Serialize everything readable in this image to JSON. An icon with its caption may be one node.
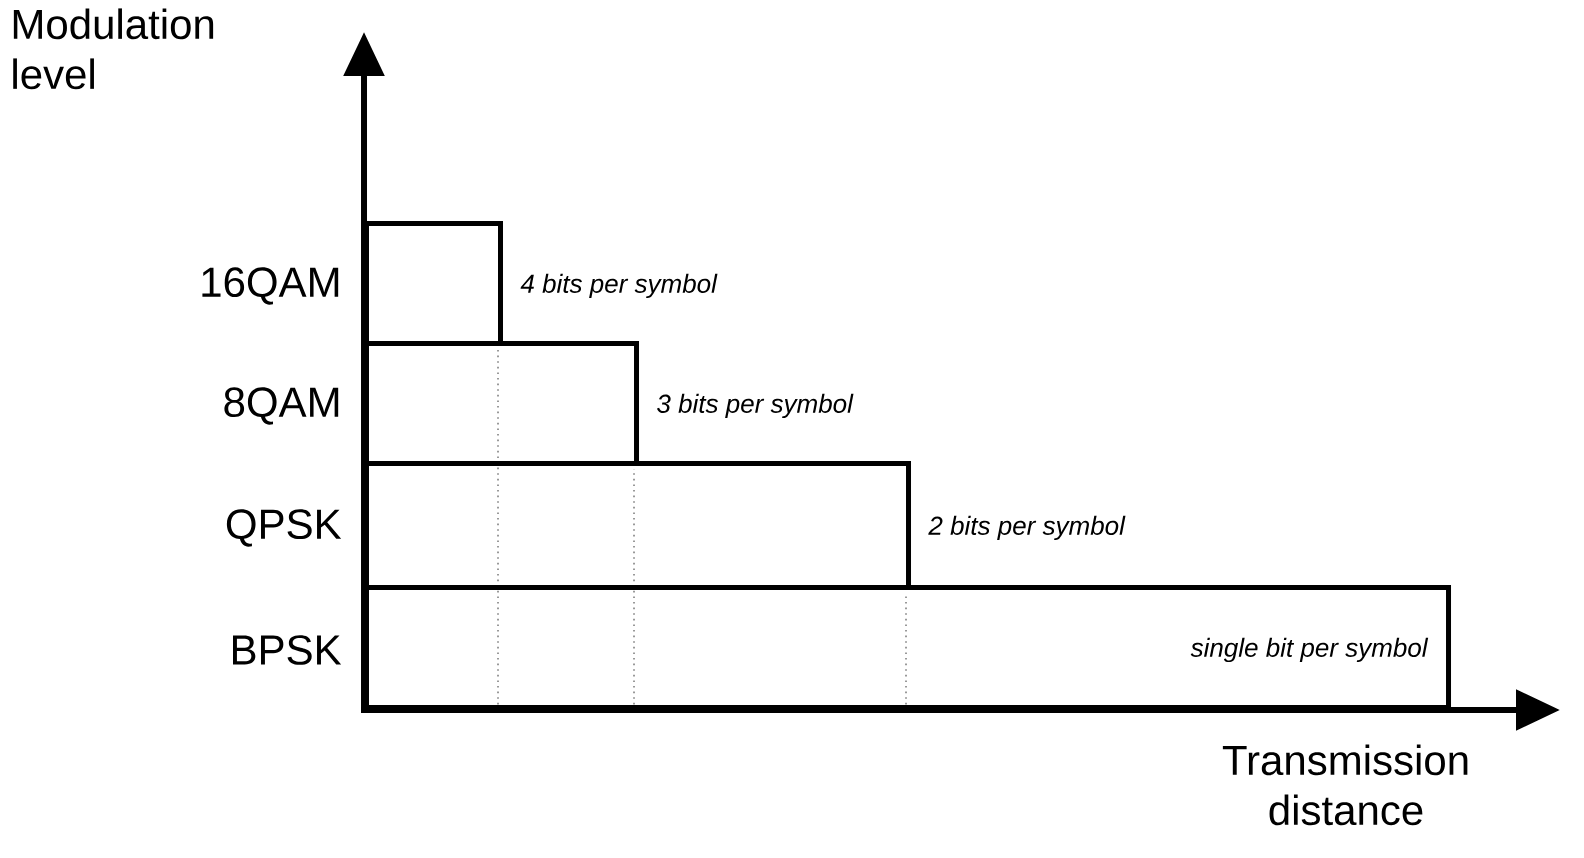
{
  "diagram": {
    "nodes": [
      {
        "text": [],
        "shape": "bar",
        "beside": [
          "16QAM",
          "4 bits per symbol"
        ]
      },
      {
        "text": [],
        "shape": "bar",
        "beside": [
          "8QAM",
          "3 bits per symbol"
        ]
      },
      {
        "text": [],
        "shape": "bar",
        "beside": [
          "QPSK",
          "2 bits per symbol"
        ]
      },
      {
        "text": [
          "single bit per symbol"
        ],
        "beside": [
          "BPSK"
        ]
      }
    ],
    "labels": [
      "Modulation level",
      "Transmission distance"
    ]
  }
}
